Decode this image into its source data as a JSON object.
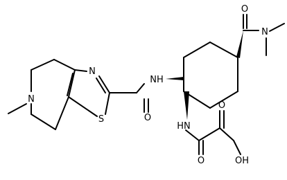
{
  "molecule": {
    "atom_labels": {
      "carbonyl_o_top": "O",
      "amide_n_dimethyl": "N",
      "amide_nh_ring": "NH",
      "thiazole_n": "N",
      "thiazole_s": "S",
      "carbonyl_o_thiazole": "O",
      "piperidine_n": "N",
      "amide_nh_lower": "HN",
      "oxalyl_o_upper": "O",
      "oxalyl_o_lower": "O",
      "acid_oh": "OH"
    },
    "colors": {
      "bond": "#000000",
      "label": "#000000",
      "background": "#ffffff"
    }
  }
}
